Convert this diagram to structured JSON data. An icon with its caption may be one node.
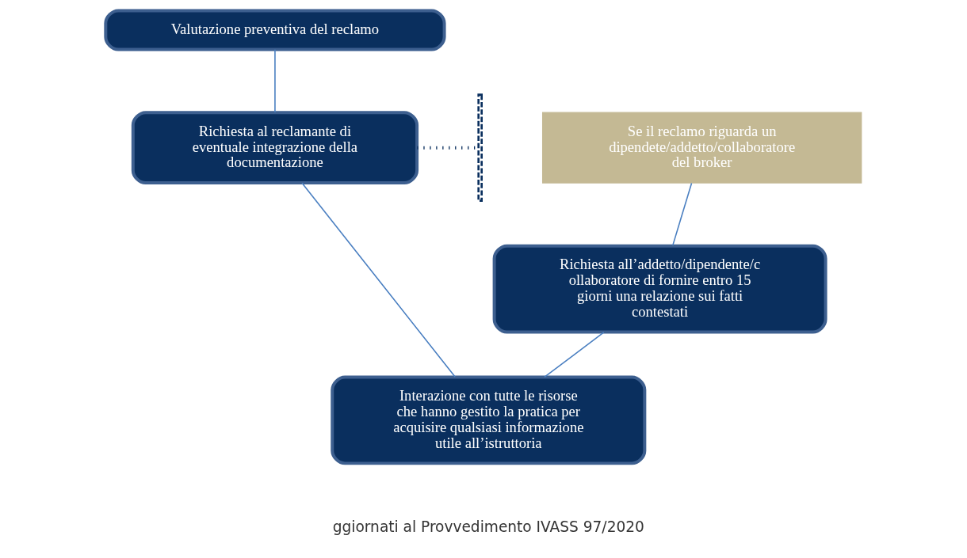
{
  "diagram": {
    "nodes": [
      {
        "text": [
          "Valutazione preventiva del reclamo"
        ]
      },
      {
        "text": [
          "Richiesta al reclamante di eventuale integrazione della documentazione"
        ]
      },
      {
        "text": [],
        "shape": "bar"
      },
      {
        "text": [
          "Se il reclamo riguarda un dipendete/addetto/collaboratore del broker"
        ]
      },
      {
        "text": [
          "Richiesta all’addetto/dipendente/collaboratore di fornire entro 15 giorni una relazione sui fatti contestati"
        ]
      },
      {
        "text": [
          "Interazione con tutte le risorse che hanno gestito la pratica per acquisire qualsiasi informazione utile all’istruttoria"
        ]
      }
    ],
    "edges": [
      {
        "from": 0,
        "to": 1,
        "arrow": "none"
      },
      {
        "from": 1,
        "to": 2,
        "arrow": "none",
        "style": "dashed",
        "color": "#0a2f5e"
      },
      {
        "from": 1,
        "to": 5,
        "arrow": "none"
      },
      {
        "from": 3,
        "to": 4,
        "arrow": "none"
      },
      {
        "from": 4,
        "to": 5,
        "arrow": "none"
      }
    ],
    "labels": [
      "ggiornati al Provvedimento IVASS 97/2020"
    ]
  }
}
